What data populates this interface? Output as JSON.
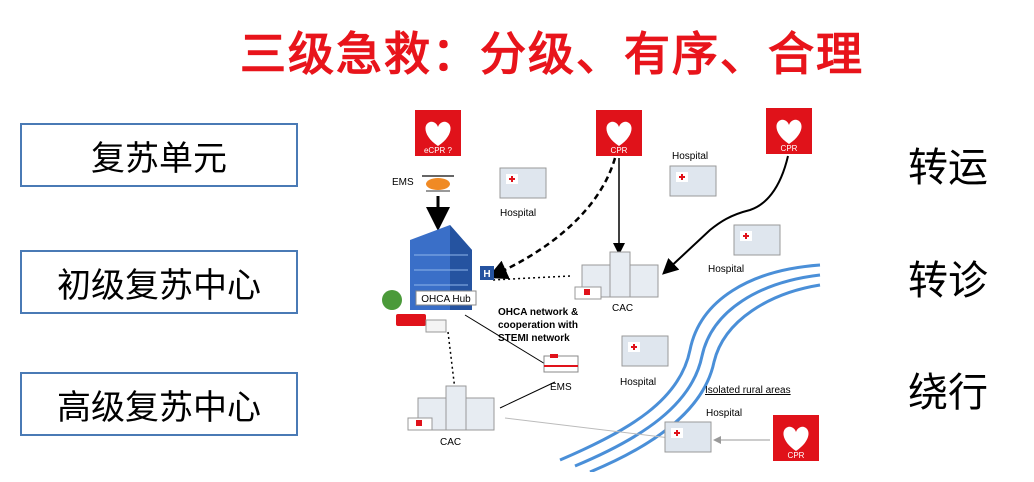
{
  "title": "三级急救：分级、有序、合理",
  "levels": [
    "复苏单元",
    "初级复苏中心",
    "高级复苏中心"
  ],
  "actions": [
    "转运",
    "转诊",
    "绕行"
  ],
  "diagram": {
    "cpr_labels": [
      "eCPR ?",
      "CPR",
      "CPR",
      "CPR"
    ],
    "ems_top": "EMS",
    "hospital_label": "Hospital",
    "hub_label": "OHCA Hub",
    "hub_badge": "H",
    "cac_label": "CAC",
    "network_line1": "OHCA network &",
    "network_line2": "cooperation with",
    "network_line3": "STEMI network",
    "ems_bottom": "EMS",
    "rural": "Isolated rural areas"
  },
  "colors": {
    "title_red": "#e8141b",
    "box_border": "#4a7ab5",
    "river": "#4a8fd8",
    "cpr_red": "#e0121a"
  }
}
